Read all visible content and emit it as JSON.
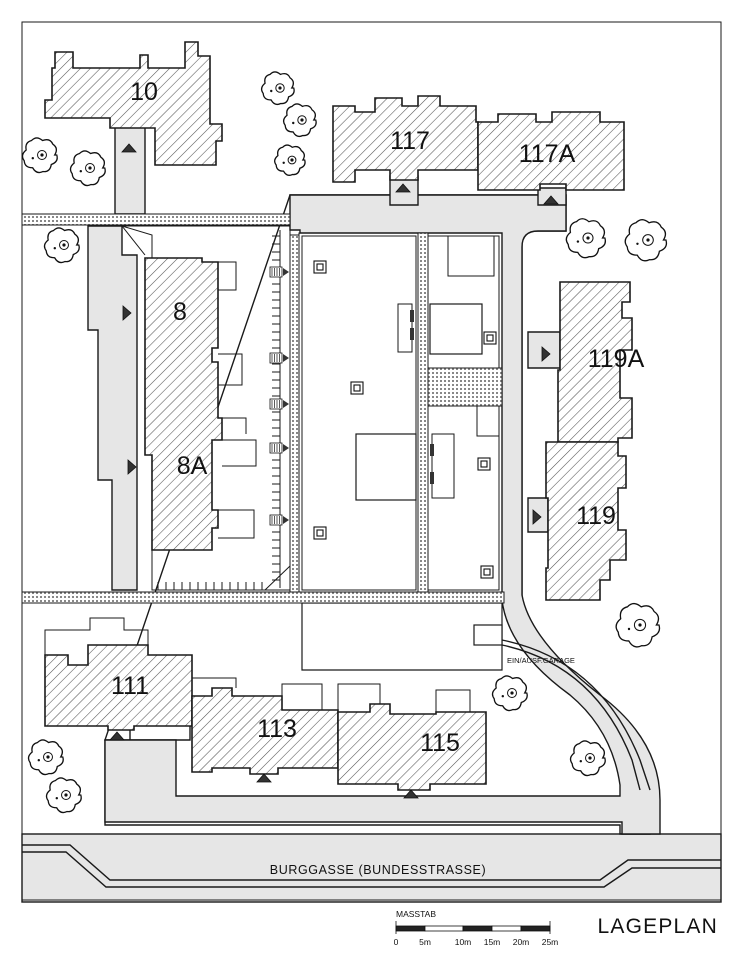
{
  "map": {
    "buildings": [
      {
        "id": "b10",
        "label": "10"
      },
      {
        "id": "b117",
        "label": "117"
      },
      {
        "id": "b117a",
        "label": "117A"
      },
      {
        "id": "b8",
        "label": "8"
      },
      {
        "id": "b8a",
        "label": "8A"
      },
      {
        "id": "b119a",
        "label": "119A"
      },
      {
        "id": "b119",
        "label": "119"
      },
      {
        "id": "b111",
        "label": "111"
      },
      {
        "id": "b113",
        "label": "113"
      },
      {
        "id": "b115",
        "label": "115"
      }
    ],
    "street_name": "BURGGASSE (BUNDESSTRASSE)",
    "garage_label": "EIN/AUSF.GARAGE",
    "title": "LAGEPLAN"
  },
  "scale": {
    "label": "MASSTAB",
    "ticks": [
      "0",
      "5m",
      "10m",
      "15m",
      "20m",
      "25m"
    ]
  },
  "colors": {
    "ink": "#1a1a1a",
    "paved": "#e6e6e6",
    "background": "#ffffff"
  }
}
